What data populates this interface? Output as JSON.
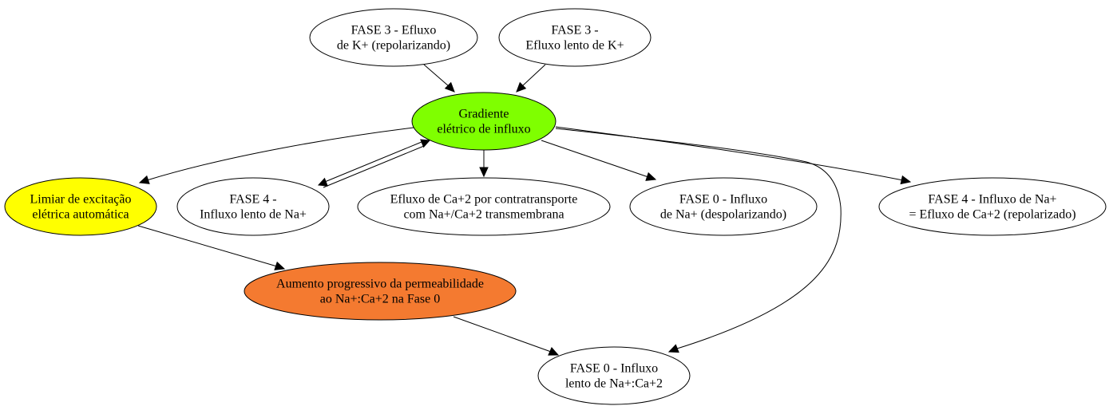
{
  "nodes": [
    {
      "id": "fase3_efluxo_k",
      "lines": [
        "FASE 3 - Efluxo",
        "de K+ (repolarizando)"
      ],
      "fill": "#ffffff"
    },
    {
      "id": "fase3_efluxo_lento_k",
      "lines": [
        "FASE 3 -",
        "Efluxo lento de K+"
      ],
      "fill": "#ffffff"
    },
    {
      "id": "gradiente",
      "lines": [
        "Gradiente",
        "elétrico de influxo"
      ],
      "fill": "#7fff00"
    },
    {
      "id": "limiar",
      "lines": [
        "Limiar de excitação",
        "elétrica automática"
      ],
      "fill": "#ffff00"
    },
    {
      "id": "fase4_influxo_lento_na",
      "lines": [
        "FASE 4 -",
        "Influxo lento de Na+"
      ],
      "fill": "#ffffff"
    },
    {
      "id": "efluxo_ca",
      "lines": [
        "Efluxo de Ca+2 por contratransporte",
        "com Na+/Ca+2 transmembrana"
      ],
      "fill": "#ffffff"
    },
    {
      "id": "fase0_influxo_na",
      "lines": [
        "FASE 0 - Influxo",
        "de Na+ (despolarizando)"
      ],
      "fill": "#ffffff"
    },
    {
      "id": "fase4_influxo_na_efluxo_ca",
      "lines": [
        "FASE 4 - Influxo de Na+",
        "= Efluxo de Ca+2 (repolarizado)"
      ],
      "fill": "#ffffff"
    },
    {
      "id": "aumento",
      "lines": [
        "Aumento progressivo da permeabilidade",
        "ao Na+:Ca+2 na Fase 0"
      ],
      "fill": "#f47a30"
    },
    {
      "id": "fase0_influxo_lento",
      "lines": [
        "FASE 0 - Influxo",
        "lento de Na+:Ca+2"
      ],
      "fill": "#ffffff"
    }
  ],
  "edges": [
    {
      "from": "fase3_efluxo_k",
      "to": "gradiente",
      "style": "normal"
    },
    {
      "from": "fase3_efluxo_lento_k",
      "to": "gradiente",
      "style": "normal"
    },
    {
      "from": "gradiente",
      "to": "limiar",
      "style": "normal"
    },
    {
      "from": "gradiente",
      "to": "efluxo_ca",
      "style": "normal"
    },
    {
      "from": "gradiente",
      "to": "fase0_influxo_na",
      "style": "normal"
    },
    {
      "from": "gradiente",
      "to": "fase4_influxo_na_efluxo_ca",
      "style": "normal"
    },
    {
      "from": "gradiente",
      "to": "fase0_influxo_lento",
      "style": "normal"
    },
    {
      "from": "gradiente",
      "to": "fase4_influxo_lento_na",
      "style": "double-both"
    },
    {
      "from": "limiar",
      "to": "aumento",
      "style": "normal"
    },
    {
      "from": "aumento",
      "to": "fase0_influxo_lento",
      "style": "normal"
    }
  ]
}
